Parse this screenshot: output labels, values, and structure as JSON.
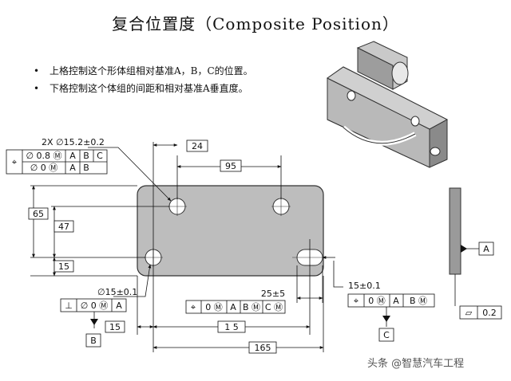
{
  "title": "复合位置度（Composite Position）",
  "bullets": [
    "上格控制这个形体组相对基准A，B，C的位置。",
    "下格控制这个体组的间距和相对基准A垂直度。"
  ],
  "fcf_main": {
    "note": "2X ∅15.2±0.2",
    "row1": [
      "⌖",
      "∅ 0.8 Ⓜ",
      "A",
      "B",
      "C"
    ],
    "row2": [
      "∅ 0 Ⓜ",
      "A",
      "B"
    ]
  },
  "dims": {
    "d24": "24",
    "d95": "95",
    "d65": "65",
    "d47": "47",
    "d15_left": "15",
    "d15_bottom": "15",
    "d1_5": "1 5",
    "d165": "165",
    "slot_width": "25±5",
    "slot_dia": "15±0.1",
    "hole_dia": "∅15±0.1"
  },
  "fcf_hole": [
    "⊥",
    "∅ 0 Ⓜ",
    "A"
  ],
  "fcf_center": [
    "⌖",
    "0 Ⓜ",
    "A",
    "B Ⓜ",
    "C Ⓜ"
  ],
  "fcf_slot": [
    "⌖",
    "0 Ⓜ",
    "A",
    "B Ⓜ"
  ],
  "fcf_flat": [
    "⏥",
    "0.2"
  ],
  "datums": {
    "a": "A",
    "b": "B",
    "c": "C"
  },
  "watermark": "头条 @智慧汽车工程"
}
